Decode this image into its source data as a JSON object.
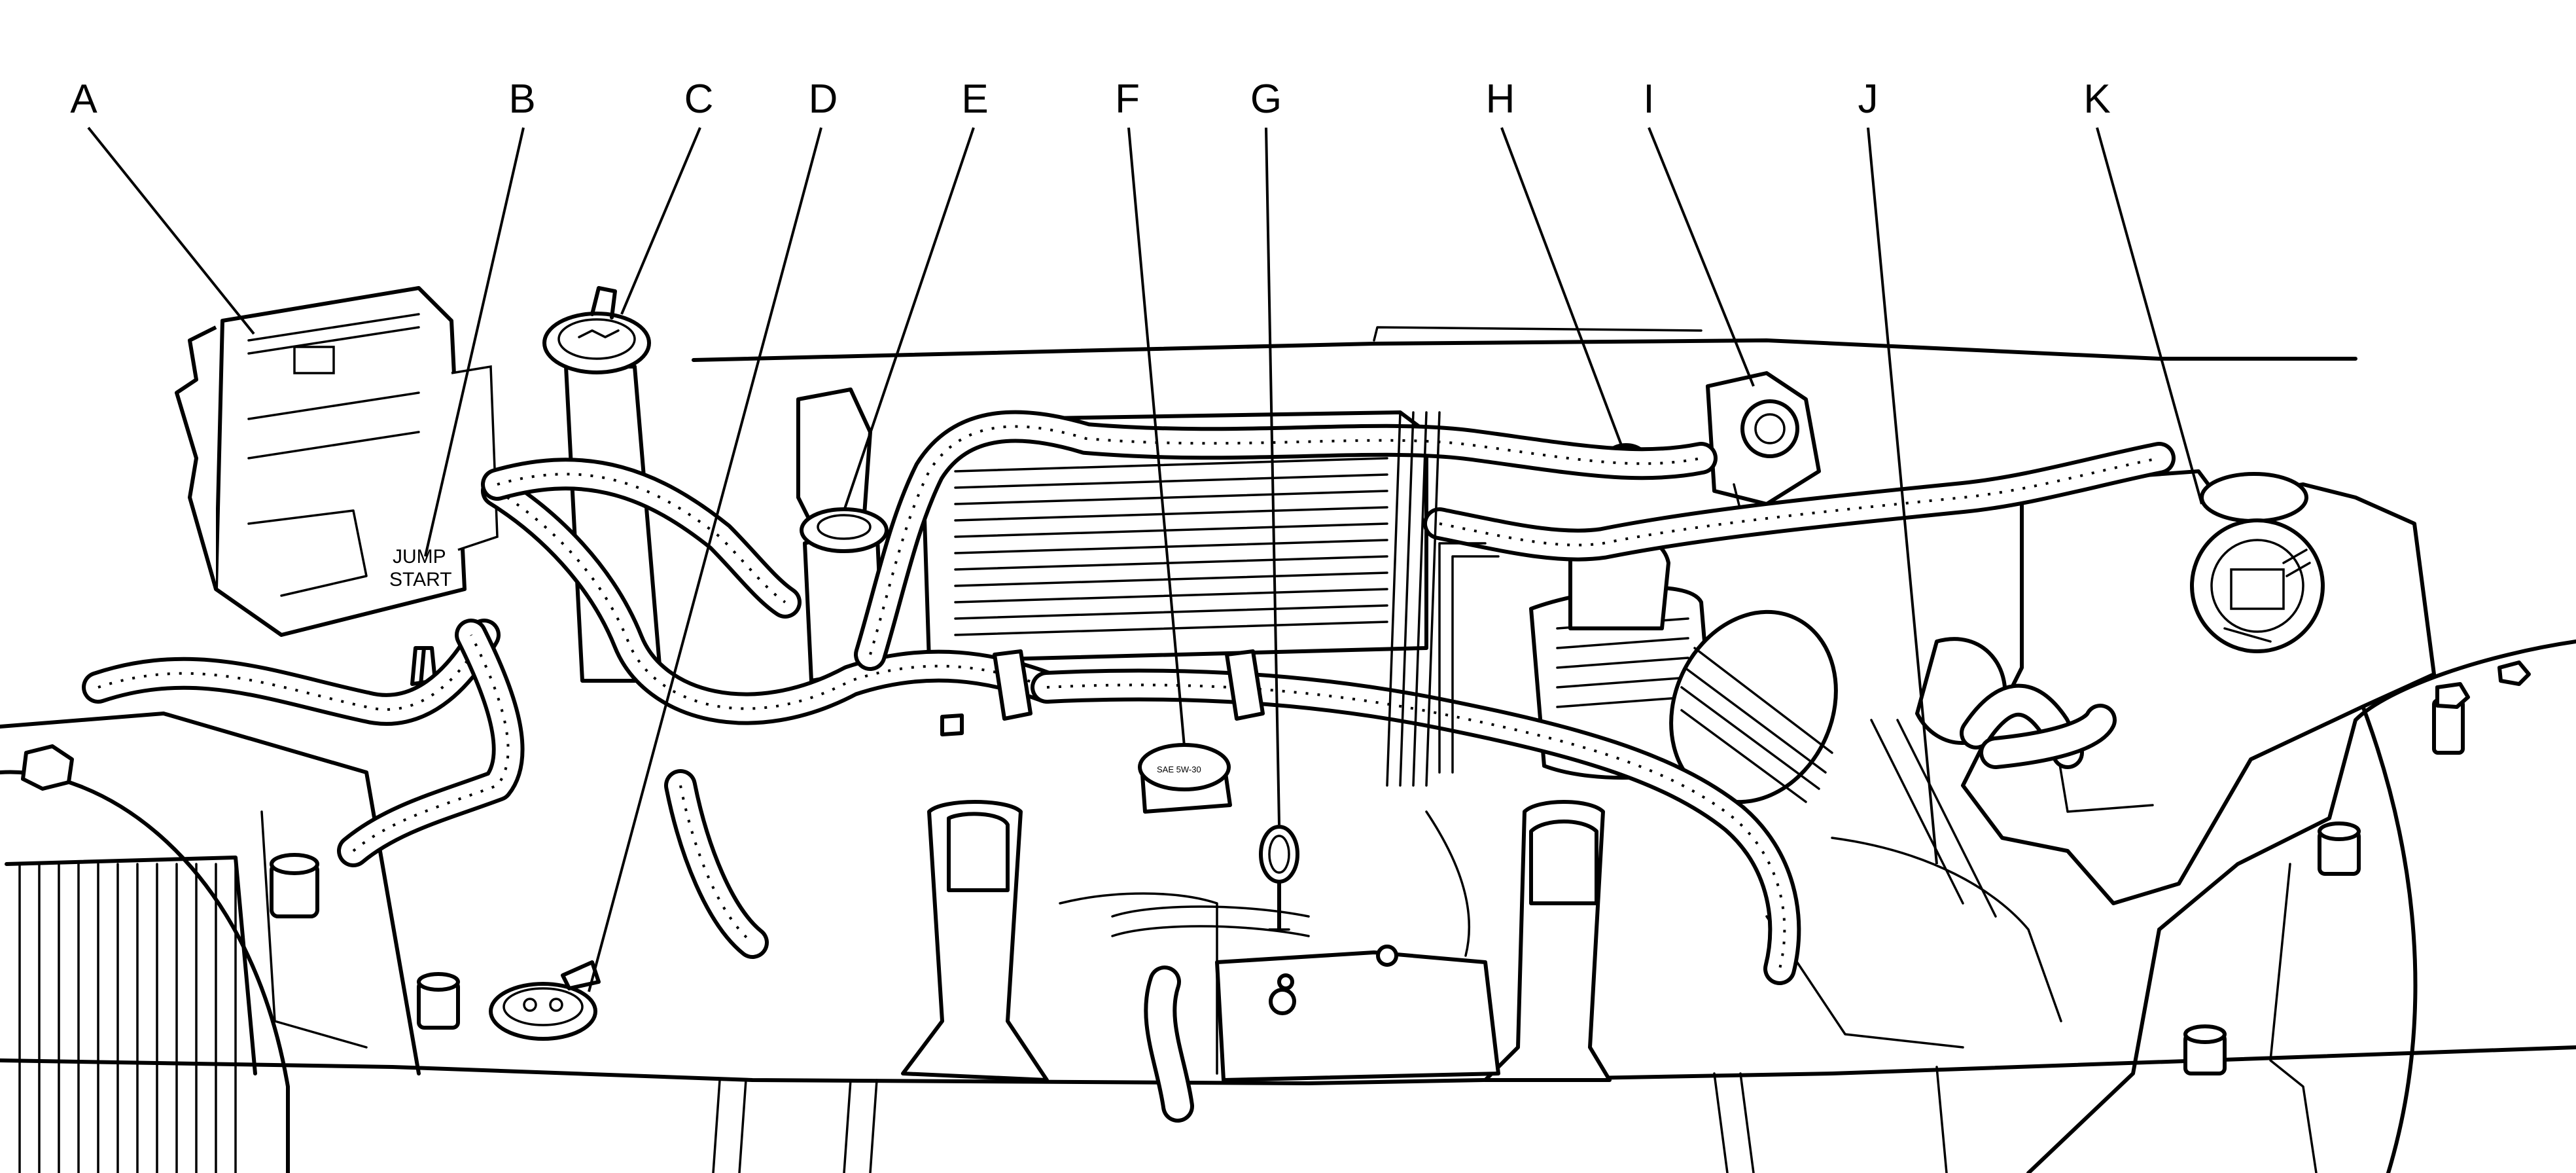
{
  "callouts": [
    {
      "letter": "A"
    },
    {
      "letter": "B"
    },
    {
      "letter": "C"
    },
    {
      "letter": "D"
    },
    {
      "letter": "E"
    },
    {
      "letter": "F"
    },
    {
      "letter": "G"
    },
    {
      "letter": "H"
    },
    {
      "letter": "I"
    },
    {
      "letter": "J"
    },
    {
      "letter": "K"
    }
  ],
  "fuse_block": {
    "line1": "JUMP",
    "line2": "START"
  },
  "oil_cap": {
    "text": "SAE 5W-30"
  },
  "colors": {
    "line": "#000000",
    "background": "#ffffff"
  }
}
